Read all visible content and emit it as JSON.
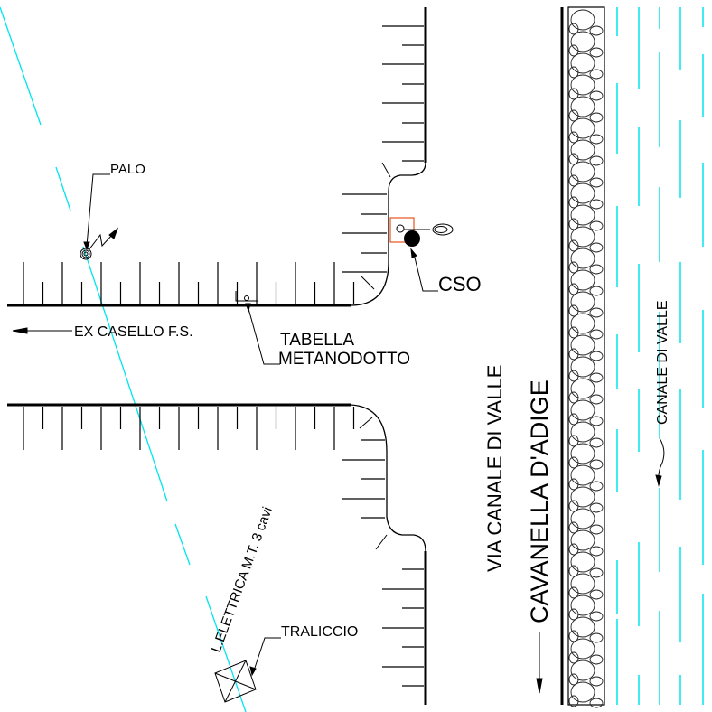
{
  "drawing": {
    "title": "Planimetria Via Canale di Valle",
    "colors": {
      "background": "#ffffff",
      "ink": "#000000",
      "power_line": "#00e5ee",
      "water": "#00e5ee",
      "cso_highlight": "#e8541e"
    },
    "labels": {
      "palo": "PALO",
      "cso": "CSO",
      "ex_casello": "EX CASELLO F.S.",
      "tabella_line1": "TABELLA",
      "tabella_line2": "METANODOTTO",
      "traliccio": "TRALICCIO",
      "power_line": "L.ELETTRICA M.T. 3 cavi",
      "road": "VIA CANALE DI VALLE",
      "direction": "CAVANELLA D'ADIGE",
      "canal": "CANALE DI VALLE"
    },
    "symbols": {
      "pole": "utility-pole-icon",
      "lightning": "lightning-bolt-icon",
      "tower": "pylon-icon",
      "cso_valve": "valve-icon",
      "gas_sign": "sign-marker-icon",
      "flow_arrow": "flow-direction-icon",
      "riprap": "stone-embankment-icon"
    }
  }
}
